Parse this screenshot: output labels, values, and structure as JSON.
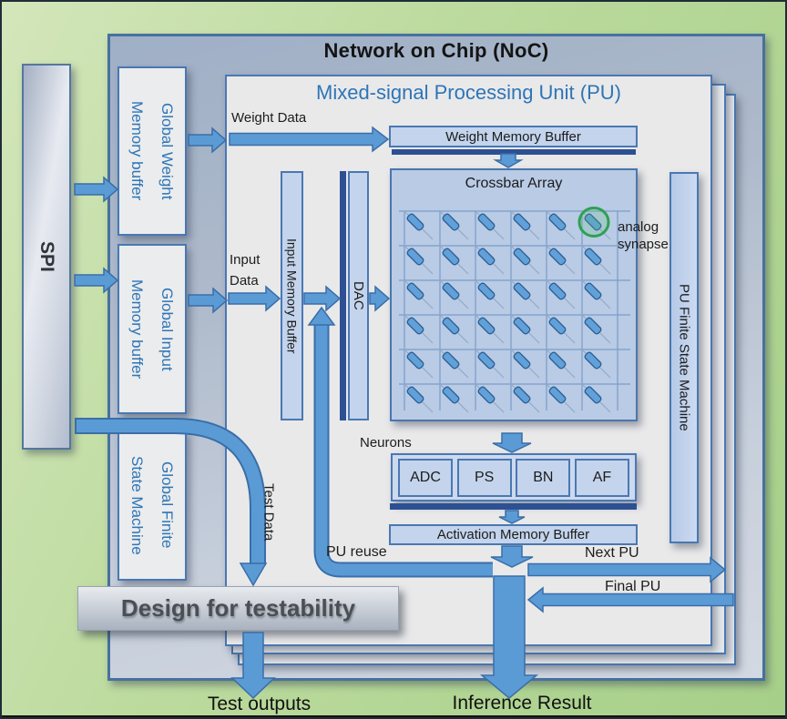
{
  "diagram": {
    "noc_title": "Network on Chip (NoC)",
    "pu_title": "Mixed-signal Processing Unit (PU)",
    "spi_label": "SPI",
    "global_weight_buffer": {
      "line1": "Global Weight",
      "line2": "Memory buffer"
    },
    "global_input_buffer": {
      "line1": "Global Input",
      "line2": "Memory buffer"
    },
    "global_fsm": {
      "line1": "Global Finite",
      "line2": "State Machine"
    },
    "design_for_testability": "Design for testability",
    "weight_memory_buffer": "Weight Memory Buffer",
    "crossbar_title": "Crossbar Array",
    "crossbar": {
      "rows": 6,
      "cols": 6
    },
    "analog_synapse": {
      "line1": "analog",
      "line2": "synapse"
    },
    "input_memory_buffer": "Input Memory Buffer",
    "dac_label": "DAC",
    "pu_fsm_label": "PU Finite State Machine",
    "neurons_label": "Neurons",
    "neuron_units": [
      "ADC",
      "PS",
      "BN",
      "AF"
    ],
    "activation_memory_buffer": "Activation Memory Buffer",
    "labels": {
      "weight_data": "Weight Data",
      "input_data_line1": "Input",
      "input_data_line2": "Data",
      "test_data": "Test Data",
      "pu_reuse": "PU reuse",
      "next_pu": "Next PU",
      "final_pu": "Final PU",
      "test_outputs": "Test outputs",
      "inference_result": "Inference Result"
    },
    "colors": {
      "arrow-fill": "#5b9bd5",
      "arrow-stroke": "#3a6ea8",
      "navy": "#2c5093",
      "box-border": "#4a78b2",
      "blue-text": "#2e75b6",
      "green-circle": "#2da152"
    }
  }
}
